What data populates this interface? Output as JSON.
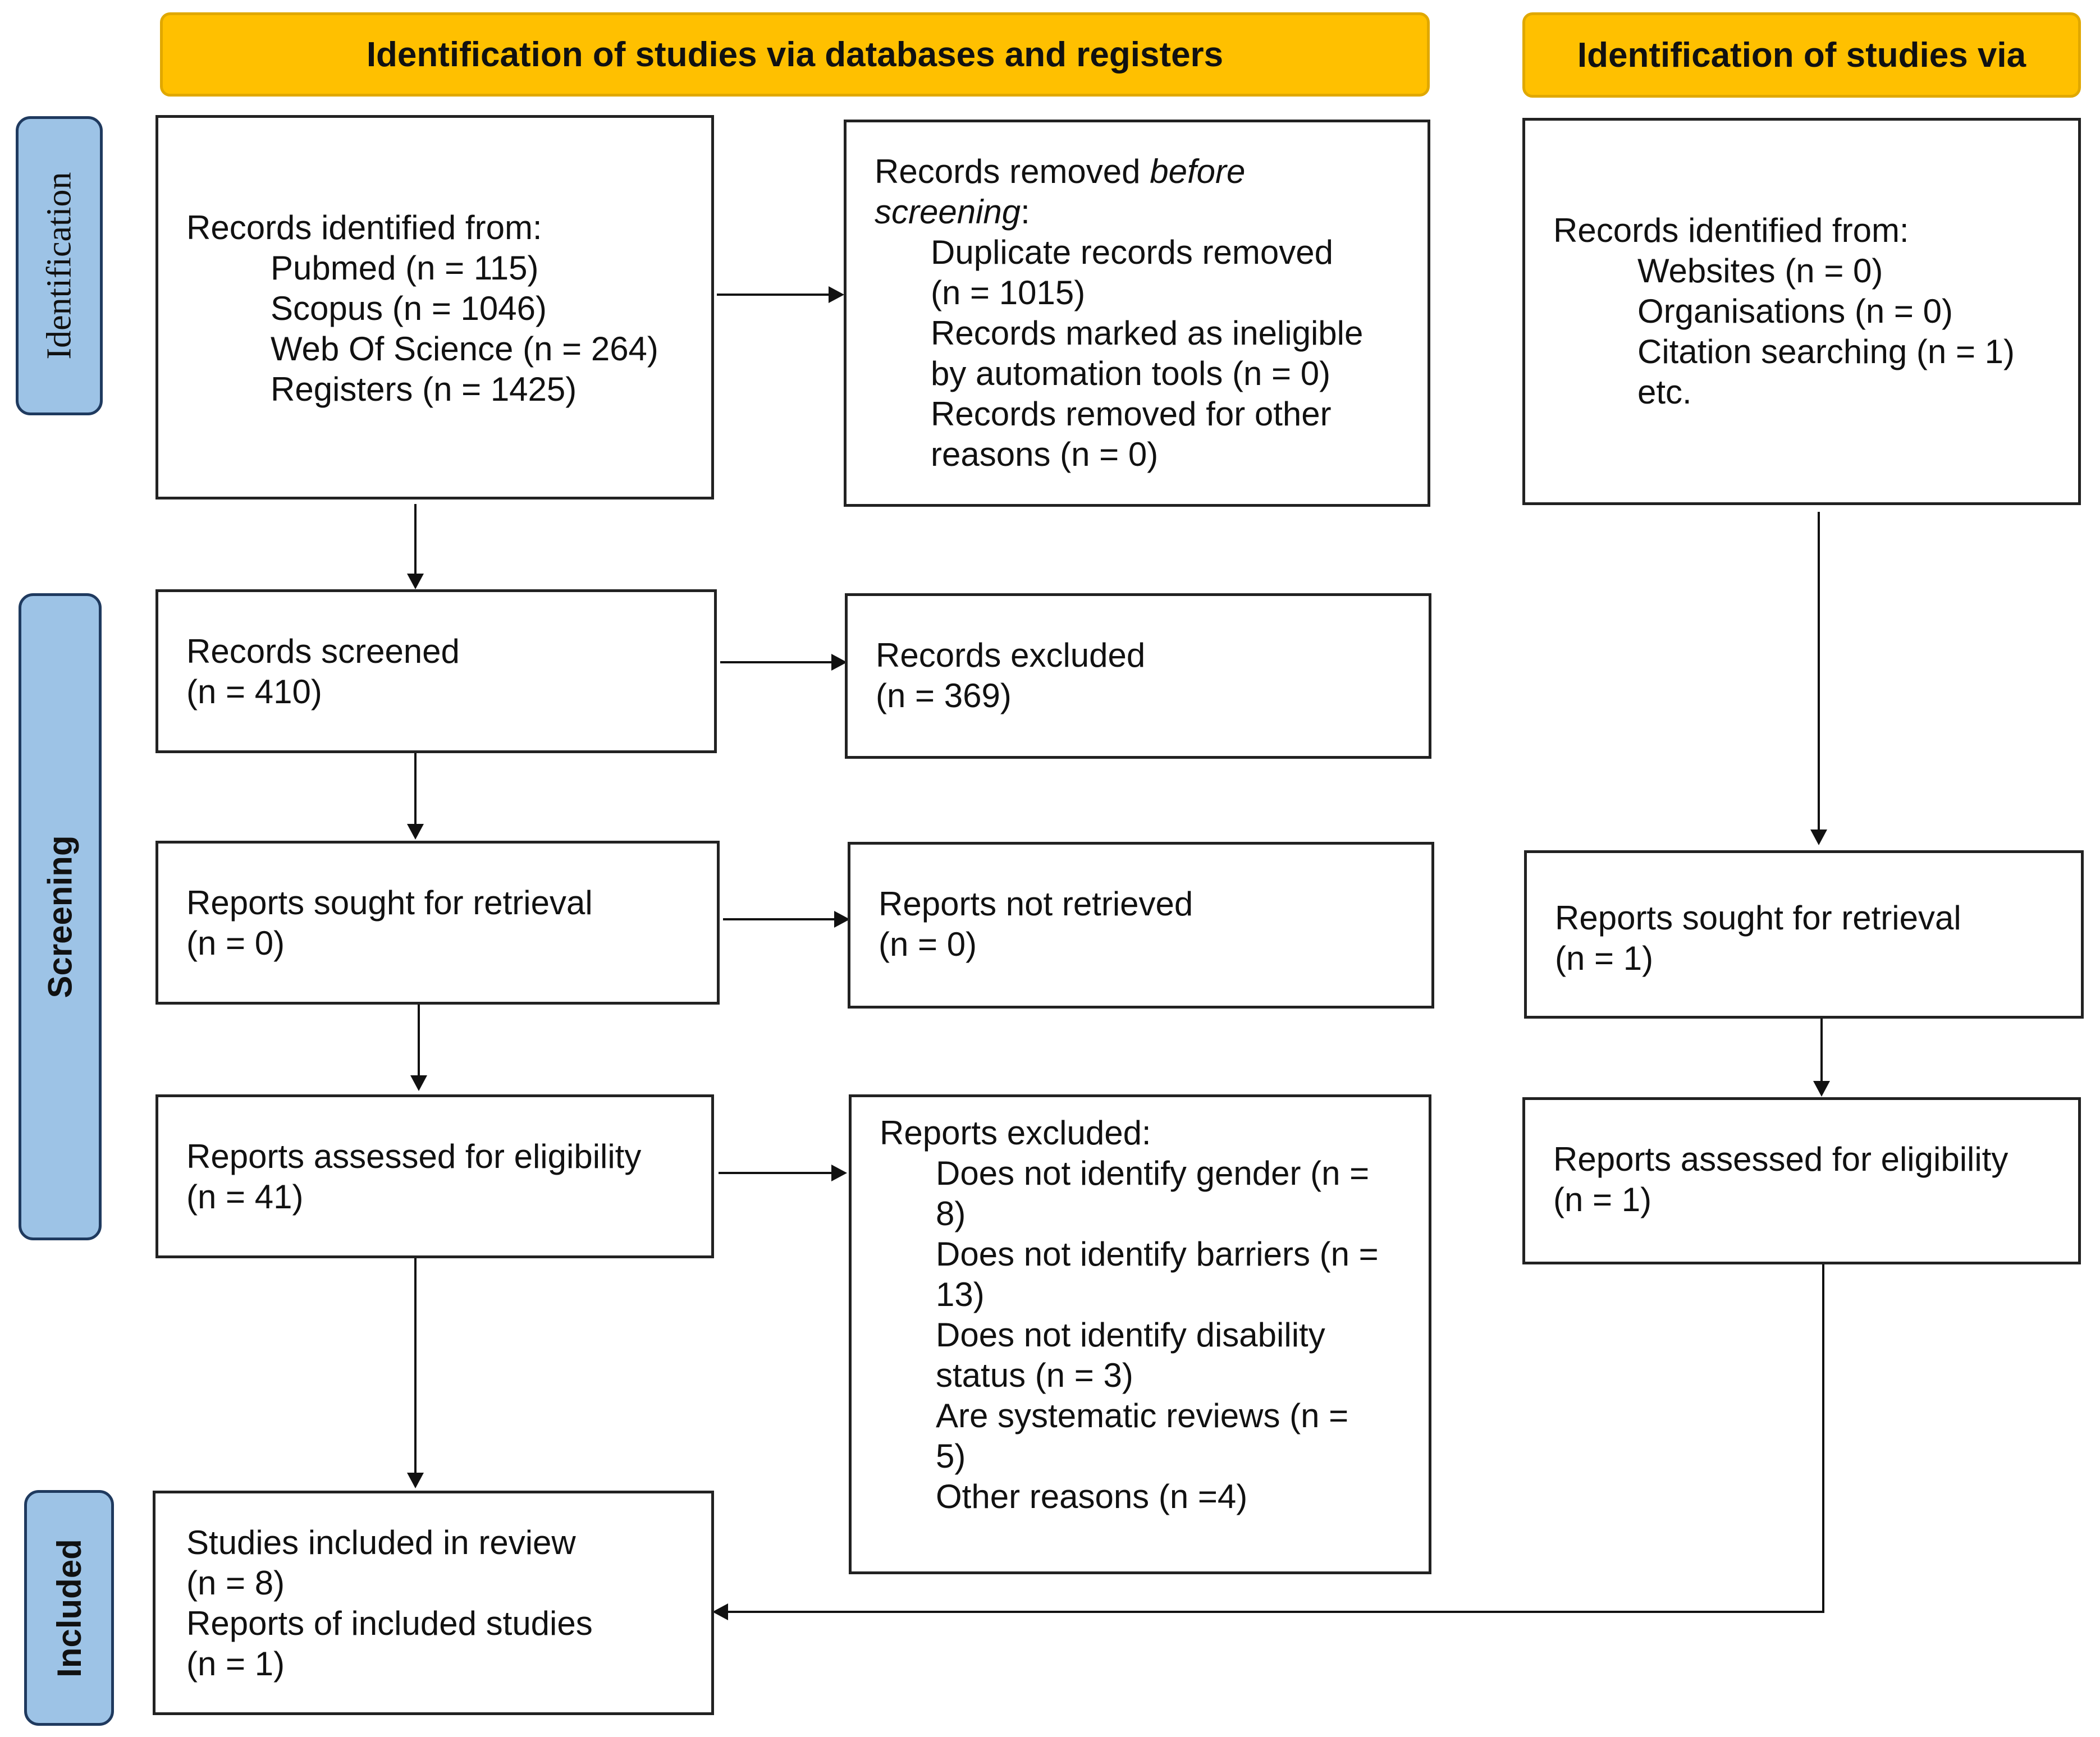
{
  "colors": {
    "header_fill": "#FFC000",
    "header_border": "#E0A800",
    "phase_fill": "#9DC3E6",
    "phase_border": "#1F3A5F",
    "box_border": "#222222",
    "arrow": "#111111"
  },
  "headers": {
    "databases": "Identification of studies via databases and registers",
    "other": "Identification of studies via"
  },
  "phases": {
    "identification": "Identification",
    "screening": "Screening",
    "included": "Included"
  },
  "boxes": {
    "records_identified": {
      "title": "Records identified from:",
      "items": [
        "Pubmed (n = 115)",
        "Scopus (n = 1046)",
        "Web Of Science (n = 264)",
        "Registers (n = 1425)"
      ]
    },
    "records_removed": {
      "title_prefix": "Records removed ",
      "title_italic_1": "before",
      "title_italic_2": "screening",
      "title_suffix": ":",
      "lines": [
        "Duplicate records removed",
        "(n = 1015)",
        "Records marked as ineligible",
        "by automation tools (n = 0)",
        "Records removed for other",
        "reasons (n = 0)"
      ]
    },
    "other_identified": {
      "title": "Records identified from:",
      "items": [
        "Websites (n = 0)",
        "Organisations (n = 0)",
        "Citation searching (n = 1)",
        "etc."
      ]
    },
    "records_screened": {
      "title": "Records screened",
      "count": "(n = 410)"
    },
    "records_excluded": {
      "title": "Records excluded",
      "count": "(n = 369)"
    },
    "reports_sought": {
      "title": "Reports sought for retrieval",
      "count": "(n = 0)"
    },
    "reports_not_retrieved": {
      "title": "Reports not retrieved",
      "count": "(n = 0)"
    },
    "other_reports_sought": {
      "title": "Reports sought for retrieval",
      "count": "(n = 1)"
    },
    "reports_assessed": {
      "title": "Reports assessed for eligibility",
      "count": "(n = 41)"
    },
    "reports_excluded": {
      "title": "Reports excluded:",
      "lines": [
        "Does not identify gender (n =",
        "8)",
        "Does not identify barriers (n =",
        "13)",
        "Does not identify disability",
        "status (n = 3)",
        "Are systematic reviews (n =",
        "5)",
        "Other reasons (n =4)"
      ]
    },
    "other_reports_assessed": {
      "title": "Reports assessed for eligibility",
      "count": "(n = 1)"
    },
    "studies_included": {
      "lines": [
        "Studies included in review",
        "(n = 8)",
        "Reports of included studies",
        "(n = 1)"
      ]
    }
  }
}
